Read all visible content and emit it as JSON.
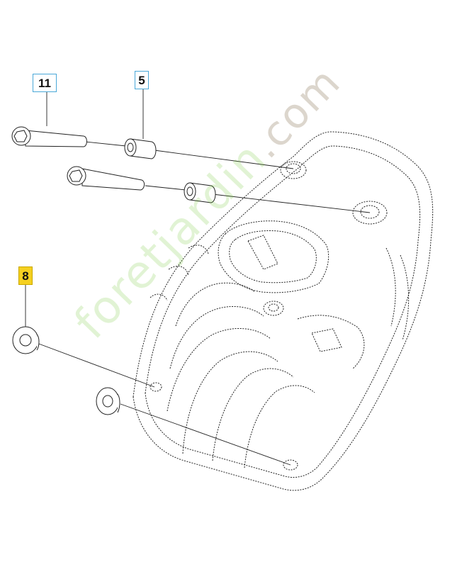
{
  "diagram": {
    "callouts": [
      {
        "id": "11",
        "label": "11",
        "highlight": "#4aa8d8"
      },
      {
        "id": "5",
        "label": "5",
        "highlight": "#4aa8d8"
      },
      {
        "id": "8",
        "label": "8",
        "highlight": "#f5d020"
      }
    ],
    "watermark": {
      "main": "foretjardin",
      "suffix": ".com"
    }
  }
}
